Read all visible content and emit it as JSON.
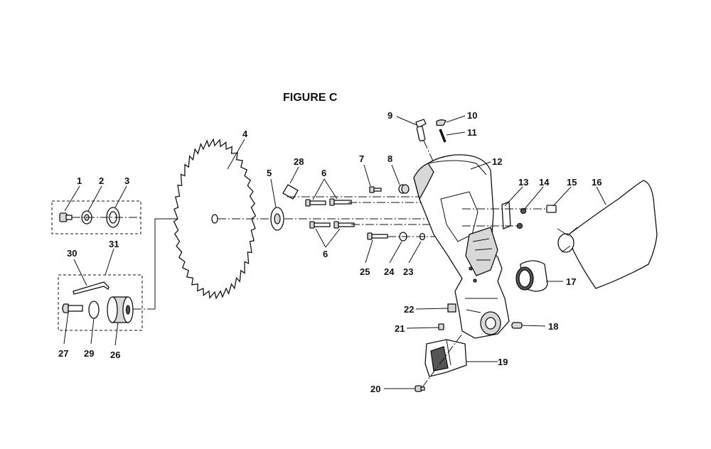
{
  "figure": {
    "title": "FIGURE C"
  },
  "callouts": [
    "1",
    "2",
    "3",
    "4",
    "5",
    "6",
    "7",
    "8",
    "9",
    "10",
    "11",
    "12",
    "13",
    "14",
    "15",
    "16",
    "17",
    "18",
    "19",
    "20",
    "21",
    "22",
    "23",
    "24",
    "25",
    "26",
    "27",
    "28",
    "29",
    "30",
    "31"
  ],
  "icons": [
    "saw-blade-icon",
    "blade-guard-icon",
    "dust-bag-icon",
    "hex-wrench-icon",
    "screw-icon",
    "washer-icon",
    "flange-icon"
  ]
}
